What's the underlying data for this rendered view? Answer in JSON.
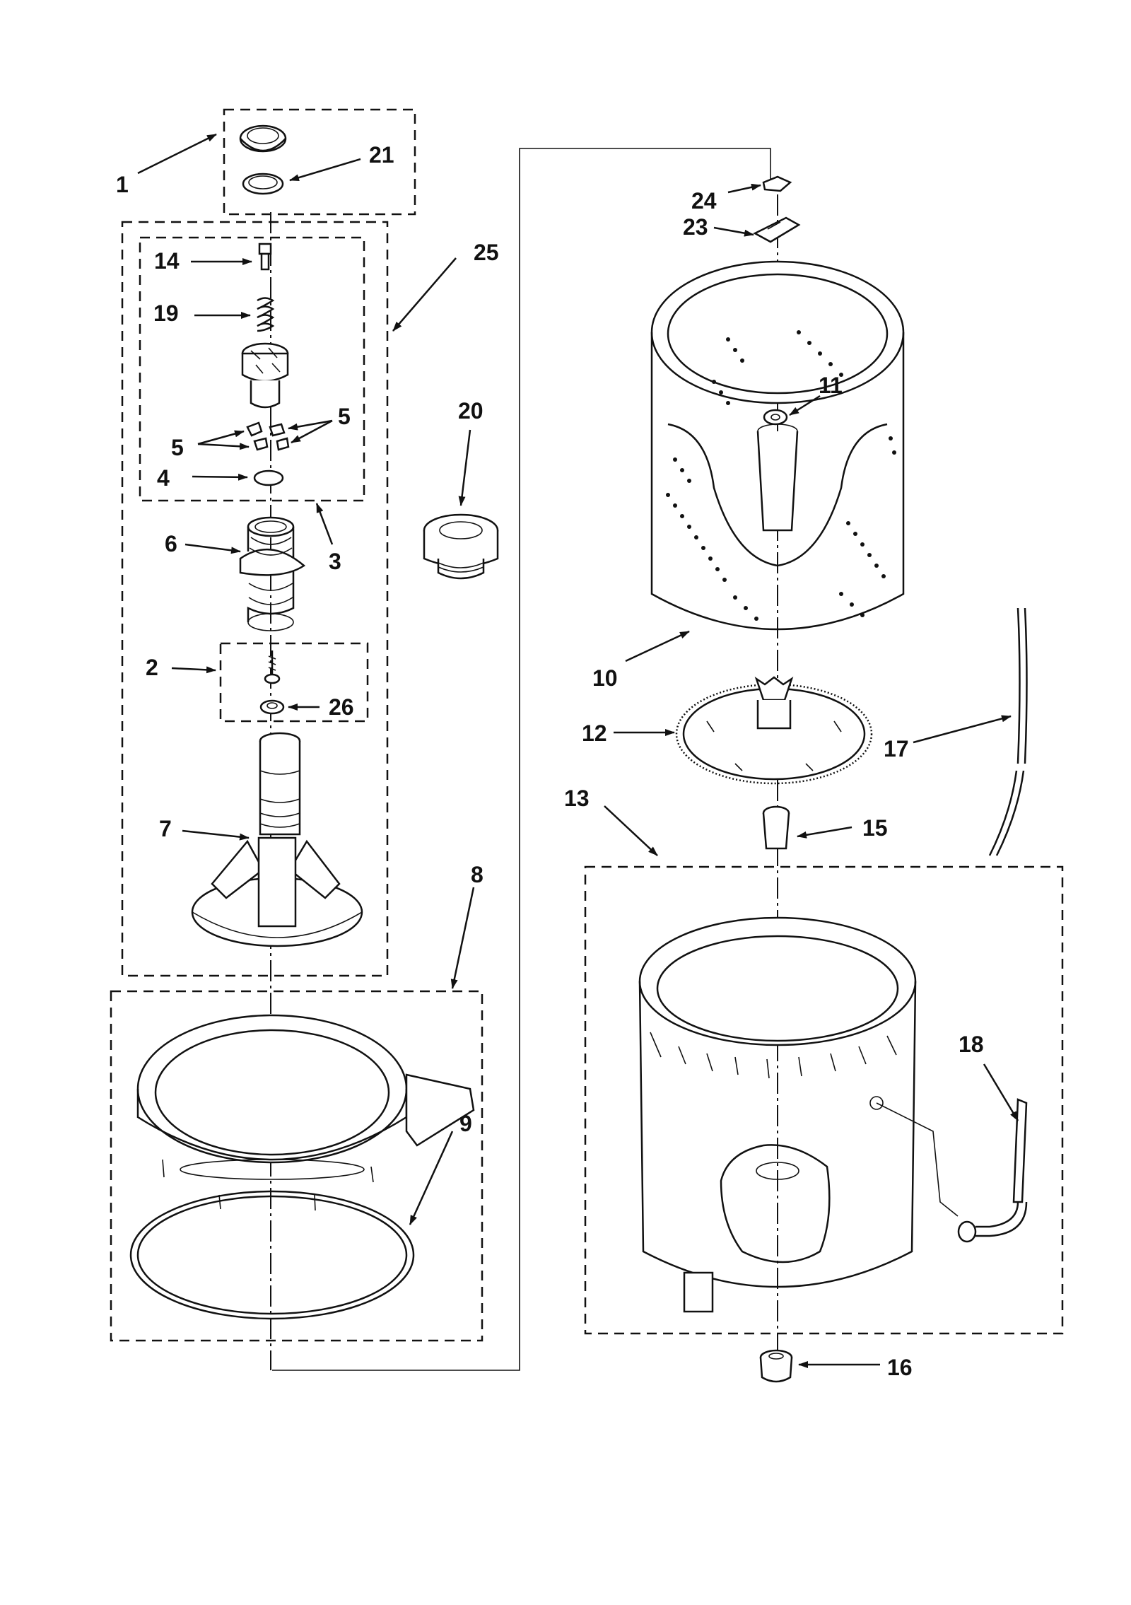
{
  "diagram": {
    "labels": {
      "l1": "1",
      "l21": "21",
      "l25": "25",
      "l14": "14",
      "l19": "19",
      "l5a": "5",
      "l5b": "5",
      "l4": "4",
      "l3": "3",
      "l6": "6",
      "l20": "20",
      "l2": "2",
      "l26": "26",
      "l7": "7",
      "l8": "8",
      "l9": "9",
      "l24": "24",
      "l23": "23",
      "l11": "11",
      "l10": "10",
      "l12": "12",
      "l17": "17",
      "l13": "13",
      "l15": "15",
      "l18": "18",
      "l16": "16"
    }
  }
}
